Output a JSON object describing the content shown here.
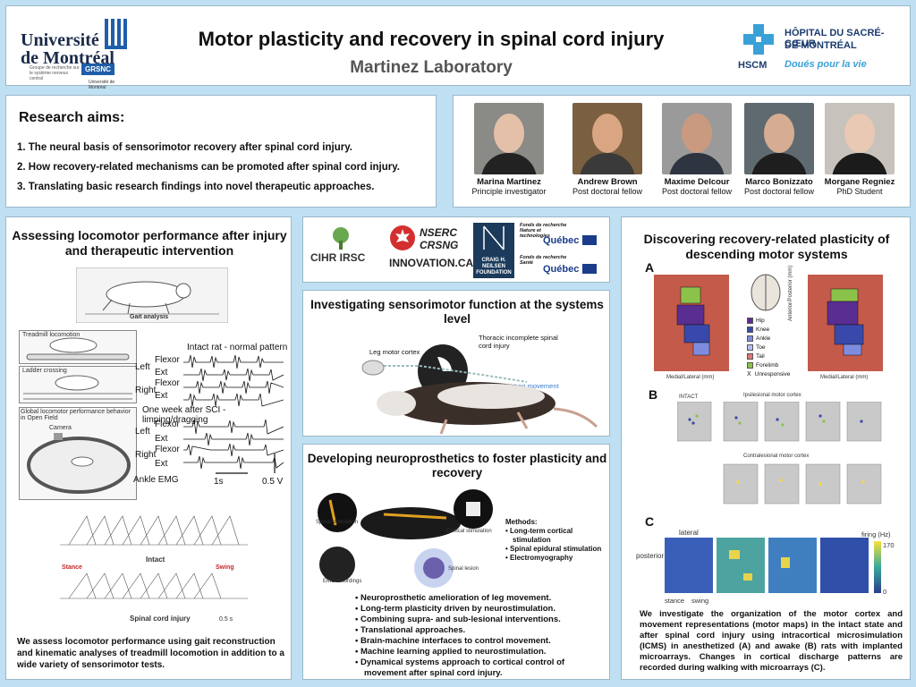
{
  "header": {
    "udem_name": "Université\nde Montréal",
    "grsnc_small": "Groupe de recherche sur le système nerveux central",
    "grsnc_badge": "GRSNC",
    "grsnc_sub": "Université de Montréal",
    "title": "Motor plasticity and recovery in spinal cord injury",
    "subtitle": "Martinez Laboratory",
    "hscm_line1": "HÔPITAL DU SACRÉ-CŒUR",
    "hscm_line2": "DE MONTRÉAL",
    "hscm_abbr": "HSCM",
    "hscm_slogan": "Doués pour la vie"
  },
  "aims": {
    "title": "Research aims:",
    "items": [
      "1. The neural basis of sensorimotor recovery after spinal cord injury.",
      "2. How recovery-related mechanisms can be promoted after spinal cord injury.",
      "3. Translating basic research findings into novel therapeutic approaches."
    ]
  },
  "team": [
    {
      "name": "Marina Martinez",
      "role": "Principle investigator"
    },
    {
      "name": "Andrew Brown",
      "role": "Post doctoral fellow"
    },
    {
      "name": "Maxime Delcour",
      "role": "Post doctoral fellow"
    },
    {
      "name": "Marco Bonizzato",
      "role": "Post doctoral fellow"
    },
    {
      "name": "Morgane Regniez",
      "role": "PhD Student"
    }
  ],
  "left": {
    "title": "Assessing locomotor performance after injury and therapeutic intervention",
    "gait_analysis": "Gait analysis",
    "treadmill": "Treadmill locomotion",
    "ladder": "Ladder crossing",
    "openfield": "Global locomotor performance behavior in Open Field",
    "camera": "Camera",
    "intact_pattern": "Intact rat - normal pattern",
    "sci_pattern": "One week after SCI - limping/dragging",
    "flexor": "Flexor",
    "ext": "Ext",
    "left": "Left",
    "right": "Right",
    "ankle_emg": "Ankle EMG",
    "scale_time": "1s",
    "scale_volt": "0.5 V",
    "intact": "Intact",
    "stance": "Stance",
    "swing": "Swing",
    "sci": "Spinal cord injury",
    "scale_gait": "0.5 s",
    "text": "We assess locomotor performance using gait reconstruction and kinematic analyses of treadmill locomotion in addition to a wide variety of sensorimotor tests."
  },
  "funders": {
    "cihr": "CIHR IRSC",
    "nserc": "NSERC",
    "crsng": "CRSNG",
    "innovation": "INNOVATION.CA",
    "craig": "CRAIG H. NEILSEN FOUNDATION",
    "frq_nature": "Fonds de recherche Nature et technologies",
    "frq_sante": "Fonds de recherche Santé",
    "quebec": "Québec"
  },
  "systems": {
    "title": "Investigating sensorimotor function at the systems level",
    "thoracic": "Thoracic incomplete spinal cord injury",
    "leg_cortex": "Leg motor cortex",
    "leg_movement": "Leg movement"
  },
  "neuro": {
    "title": "Developing neuroprosthetics to foster plasticity and recovery",
    "spinal_stim": "Spinal stimulation",
    "cortical_stim": "Cortical stimulation",
    "emg_rec": "EMG recordings",
    "spinal_lesion": "Spinal lesion",
    "methods_title": "Methods:",
    "methods": [
      "Long-term cortical stimulation",
      "Spinal epidural stimulation",
      "Electromyography"
    ],
    "list": [
      "Neuroprosthetic amelioration of leg movement.",
      "Long-term plasticity driven by neurostimulation.",
      "Combining supra- and sub-lesional interventions.",
      "Translational approaches.",
      "Brain-machine interfaces to control movement.",
      "Machine learning applied to neurostimulation.",
      "Dynamical systems approach to cortical control of movement after spinal cord injury."
    ]
  },
  "right": {
    "title": "Discovering recovery-related plasticity of descending motor systems",
    "label_a": "A",
    "label_b": "B",
    "label_c": "C",
    "axis_ml": "Medial/Lateral (mm)",
    "axis_ap": "Anterior/Posterior (mm)",
    "legend": [
      {
        "label": "Hip",
        "color": "#5a2d91"
      },
      {
        "label": "Knee",
        "color": "#3949ab"
      },
      {
        "label": "Ankle",
        "color": "#7e8ce0"
      },
      {
        "label": "Toe",
        "color": "#b5bdf0"
      },
      {
        "label": "Tail",
        "color": "#e57373"
      },
      {
        "label": "Forelimb",
        "color": "#8bc34a"
      },
      {
        "label": "Unresponsive",
        "color": "#ffffff"
      }
    ],
    "unresponsive_mark": "X",
    "ipsi": "Ipsilesional motor cortex",
    "contra": "Contralesional motor cortex",
    "intact": "INTACT",
    "c_lateral": "lateral",
    "c_posterior": "posterior",
    "c_stance": "stance",
    "c_swing": "swing",
    "c_firing": "firing (Hz)",
    "c_max": "170",
    "c_min": "0",
    "text": "We investigate the organization of the motor cortex and movement representations (motor maps) in the intact state and after spinal cord injury using intracortical microsimulation (ICMS) in anesthetized (A) and awake (B) rats with implanted microarrays. Changes in cortical discharge patterns are recorded during walking with microarrays (C)."
  }
}
